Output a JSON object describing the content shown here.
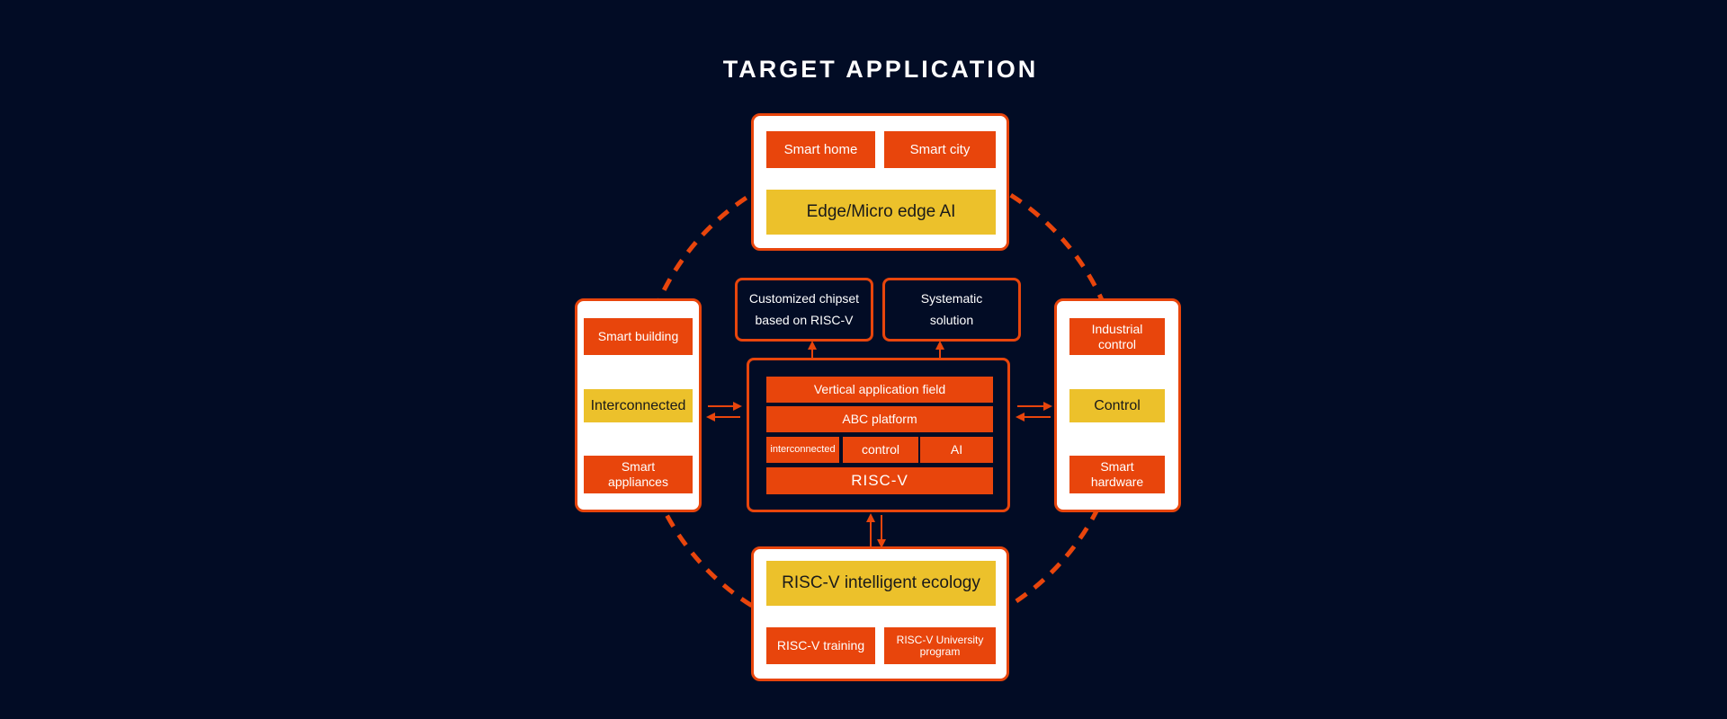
{
  "title": "TARGET APPLICATION",
  "top": {
    "smart_home": "Smart home",
    "smart_city": "Smart city",
    "edge_ai": "Edge/Micro edge AI"
  },
  "left": {
    "smart_building": "Smart building",
    "interconnected": "Interconnected",
    "smart_appliances": "Smart\nappliances"
  },
  "right": {
    "industrial_control": "Industrial\ncontrol",
    "control": "Control",
    "smart_hardware": "Smart\nhardware"
  },
  "bottom": {
    "ecology": "RISC-V intelligent ecology",
    "training": "RISC-V training",
    "university": "RISC-V University\nprogram"
  },
  "middle": {
    "chipset": "Customized chipset\nbased on RISC-V",
    "solution": "Systematic\nsolution",
    "vertical": "Vertical application field",
    "platform": "ABC platform",
    "interconnected": "interconnected",
    "control": "control",
    "ai": "AI",
    "riscv": "RISC-V"
  },
  "colors": {
    "background": "#020c25",
    "orange": "#e8450c",
    "yellow": "#ecc12b"
  }
}
